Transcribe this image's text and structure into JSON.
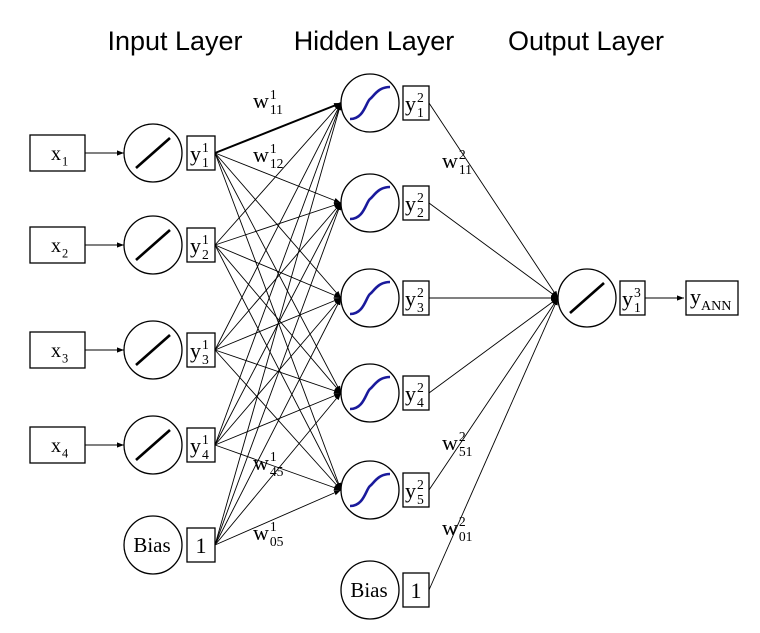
{
  "titles": {
    "input_layer": "Input Layer",
    "hidden_layer": "Hidden Layer",
    "output_layer": "Output Layer"
  },
  "inputs": [
    {
      "base": "x",
      "sub": "1"
    },
    {
      "base": "x",
      "sub": "2"
    },
    {
      "base": "x",
      "sub": "3"
    },
    {
      "base": "x",
      "sub": "4"
    }
  ],
  "input_layer_outputs": [
    {
      "base": "y",
      "sup": "1",
      "sub": "1"
    },
    {
      "base": "y",
      "sup": "1",
      "sub": "2"
    },
    {
      "base": "y",
      "sup": "1",
      "sub": "3"
    },
    {
      "base": "y",
      "sup": "1",
      "sub": "4"
    }
  ],
  "hidden_layer_outputs": [
    {
      "base": "y",
      "sup": "2",
      "sub": "1"
    },
    {
      "base": "y",
      "sup": "2",
      "sub": "2"
    },
    {
      "base": "y",
      "sup": "2",
      "sub": "3"
    },
    {
      "base": "y",
      "sup": "2",
      "sub": "4"
    },
    {
      "base": "y",
      "sup": "2",
      "sub": "5"
    }
  ],
  "output_layer_output": {
    "base": "y",
    "sup": "3",
    "sub": "1"
  },
  "final_output": {
    "base": "y",
    "sub": "ANN"
  },
  "bias": {
    "label": "Bias",
    "value": "1"
  },
  "weights": [
    {
      "id": "w11_1",
      "base": "w",
      "sup": "1",
      "sub": "11"
    },
    {
      "id": "w12_1",
      "base": "w",
      "sup": "1",
      "sub": "12"
    },
    {
      "id": "w45_1",
      "base": "w",
      "sup": "1",
      "sub": "45"
    },
    {
      "id": "w05_1",
      "base": "w",
      "sup": "1",
      "sub": "05"
    },
    {
      "id": "w11_2",
      "base": "w",
      "sup": "2",
      "sub": "11"
    },
    {
      "id": "w51_2",
      "base": "w",
      "sup": "2",
      "sub": "51"
    },
    {
      "id": "w01_2",
      "base": "w",
      "sup": "2",
      "sub": "01"
    }
  ],
  "activation_icons": {
    "input_layer": "linear-activation-icon",
    "hidden_layer": "sigmoid-activation-icon",
    "output_layer": "linear-activation-icon"
  },
  "colors": {
    "sigmoid": "#1a1a9c",
    "lines": "#000000"
  }
}
